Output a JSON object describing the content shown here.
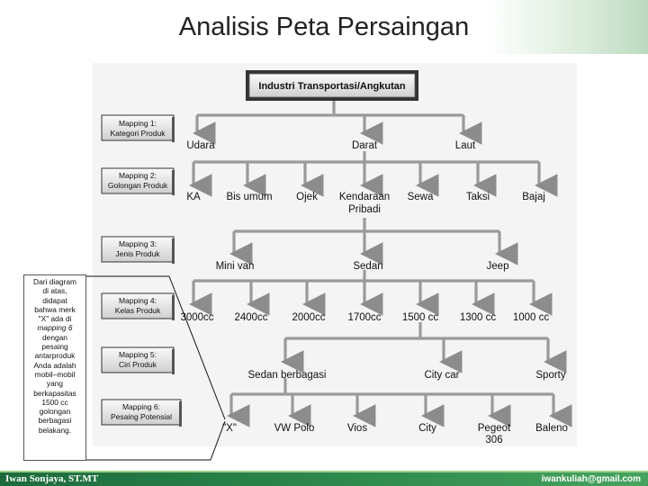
{
  "slide": {
    "title": "Analisis Peta Persaingan"
  },
  "diagram": {
    "root": "Industri Transportasi/Angkutan",
    "mappings": [
      {
        "line1": "Mapping 1:",
        "line2": "Kategori Produk"
      },
      {
        "line1": "Mapping 2:",
        "line2": "Golongan Produk"
      },
      {
        "line1": "Mapping 3:",
        "line2": "Jenis Produk"
      },
      {
        "line1": "Mapping 4:",
        "line2": "Kelas Produk"
      },
      {
        "line1": "Mapping 5:",
        "line2": "Ciri Produk"
      },
      {
        "line1": "Mapping 6:",
        "line2": "Pesaing Potensial"
      }
    ],
    "level1": [
      "Udara",
      "Darat",
      "Laut"
    ],
    "level2": [
      "KA",
      "Bis umum",
      "Ojek",
      "Kendaraan",
      "Pribadi",
      "Sewa",
      "Taksi",
      "Bajaj"
    ],
    "level3": [
      "Mini van",
      "Sedan",
      "Jeep"
    ],
    "level4": [
      "3000cc",
      "2400cc",
      "2000cc",
      "1700cc",
      "1500 cc",
      "1300 cc",
      "1000 cc"
    ],
    "level5": [
      "Sedan berbagasi",
      "City car",
      "Sporty"
    ],
    "level6": [
      "\"X\"",
      "VW Polo",
      "Vios",
      "City",
      "Pegeot",
      "306",
      "Baleno"
    ]
  },
  "note": {
    "lines": [
      "Dari diagram",
      "di atas,",
      "didapat",
      "bahwa merk",
      "\"X\" ada di",
      "mapping 6",
      "dengan",
      "pesaing",
      "antarproduk",
      "Anda adalah",
      "mobil–mobil",
      "yang",
      "berkapasitas",
      "1500 cc",
      "golongan",
      "berbagasi",
      "belakang."
    ]
  },
  "footer": {
    "author": "Iwan Sonjaya, ST.MT",
    "email": "iwankuliah@gmail.com"
  }
}
